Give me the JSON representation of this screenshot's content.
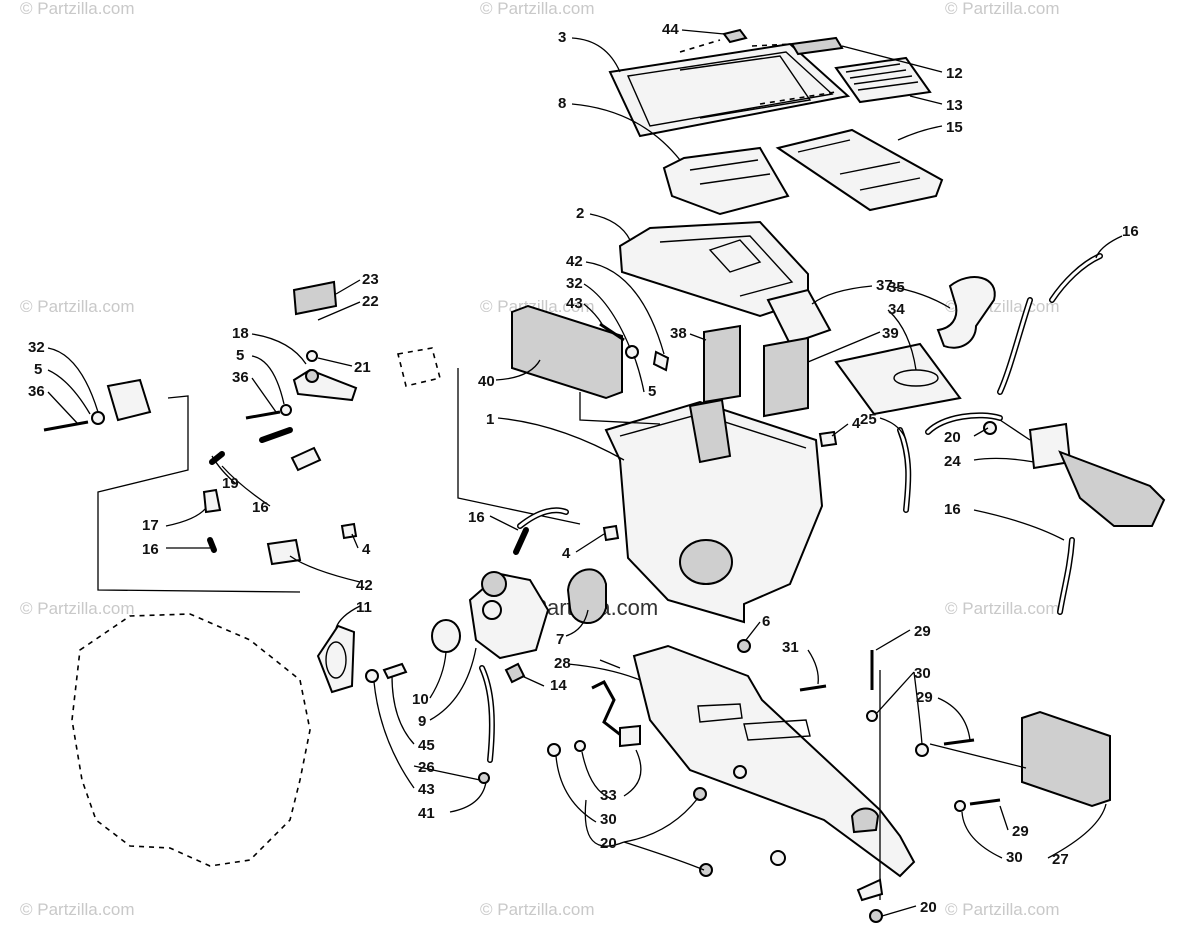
{
  "watermark": {
    "text": "© Partzilla.com",
    "center_text": "© Partzilla.com",
    "color": "#c9c9c9"
  },
  "callouts": [
    {
      "id": "c44",
      "label": "44"
    },
    {
      "id": "c3",
      "label": "3"
    },
    {
      "id": "c12",
      "label": "12"
    },
    {
      "id": "c13",
      "label": "13"
    },
    {
      "id": "c8",
      "label": "8"
    },
    {
      "id": "c15",
      "label": "15"
    },
    {
      "id": "c2",
      "label": "2"
    },
    {
      "id": "c16a",
      "label": "16"
    },
    {
      "id": "c37",
      "label": "37"
    },
    {
      "id": "c23",
      "label": "23"
    },
    {
      "id": "c22",
      "label": "22"
    },
    {
      "id": "c42a",
      "label": "42"
    },
    {
      "id": "c32a",
      "label": "32"
    },
    {
      "id": "c43a",
      "label": "43"
    },
    {
      "id": "c35",
      "label": "35"
    },
    {
      "id": "c34",
      "label": "34"
    },
    {
      "id": "c38",
      "label": "38"
    },
    {
      "id": "c39",
      "label": "39"
    },
    {
      "id": "c18",
      "label": "18"
    },
    {
      "id": "c5a",
      "label": "5"
    },
    {
      "id": "c21",
      "label": "21"
    },
    {
      "id": "c32b",
      "label": "32"
    },
    {
      "id": "c5b",
      "label": "5"
    },
    {
      "id": "c36a",
      "label": "36"
    },
    {
      "id": "c36b",
      "label": "36"
    },
    {
      "id": "c40",
      "label": "40"
    },
    {
      "id": "c5c",
      "label": "5"
    },
    {
      "id": "c1",
      "label": "1"
    },
    {
      "id": "c4a",
      "label": "4"
    },
    {
      "id": "c25",
      "label": "25"
    },
    {
      "id": "c20a",
      "label": "20"
    },
    {
      "id": "c24",
      "label": "24"
    },
    {
      "id": "c16b",
      "label": "16"
    },
    {
      "id": "c19",
      "label": "19"
    },
    {
      "id": "c16c",
      "label": "16"
    },
    {
      "id": "c17",
      "label": "17"
    },
    {
      "id": "c16d",
      "label": "16"
    },
    {
      "id": "c4b",
      "label": "4"
    },
    {
      "id": "c16e",
      "label": "16"
    },
    {
      "id": "c4c",
      "label": "4"
    },
    {
      "id": "c42b",
      "label": "42"
    },
    {
      "id": "c11",
      "label": "11"
    },
    {
      "id": "c7",
      "label": "7"
    },
    {
      "id": "c6",
      "label": "6"
    },
    {
      "id": "c31",
      "label": "31"
    },
    {
      "id": "c29a",
      "label": "29"
    },
    {
      "id": "c28",
      "label": "28"
    },
    {
      "id": "c14",
      "label": "14"
    },
    {
      "id": "c10",
      "label": "10"
    },
    {
      "id": "c9",
      "label": "9"
    },
    {
      "id": "c45",
      "label": "45"
    },
    {
      "id": "c30a",
      "label": "30"
    },
    {
      "id": "c29b",
      "label": "29"
    },
    {
      "id": "c26",
      "label": "26"
    },
    {
      "id": "c43b",
      "label": "43"
    },
    {
      "id": "c41",
      "label": "41"
    },
    {
      "id": "c33",
      "label": "33"
    },
    {
      "id": "c30b",
      "label": "30"
    },
    {
      "id": "c20b",
      "label": "20"
    },
    {
      "id": "c27",
      "label": "27"
    },
    {
      "id": "c29c",
      "label": "29"
    },
    {
      "id": "c30c",
      "label": "30"
    },
    {
      "id": "c20c",
      "label": "20"
    }
  ]
}
